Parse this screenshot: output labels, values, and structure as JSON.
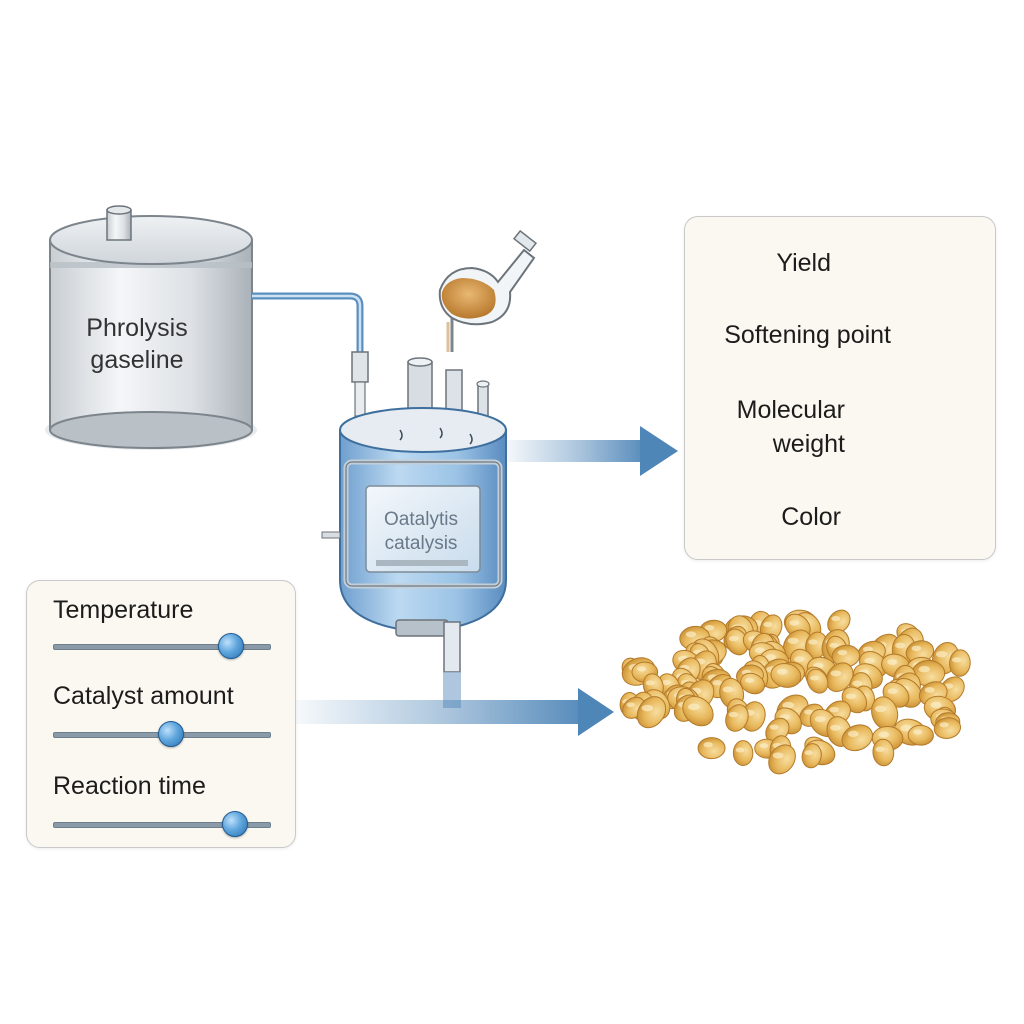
{
  "feed_tank": {
    "label_line1": "Phrolysis",
    "label_line2": "gaseline"
  },
  "reactor": {
    "label_line1": "Oatalytis",
    "label_line2": "catalysis"
  },
  "properties": [
    {
      "label": "Yield"
    },
    {
      "label": "Softening point"
    },
    {
      "label_line1": "Molecular",
      "label_line2": "weight"
    },
    {
      "label": "Color"
    }
  ],
  "controls": [
    {
      "label": "Temperature",
      "value": 0.82
    },
    {
      "label": "Catalyst amount",
      "value": 0.54
    },
    {
      "label": "Reaction time",
      "value": 0.84
    }
  ],
  "colors": {
    "pipe": "#5b8fc0",
    "reactor_body": "#9cc4e6",
    "arrow": "#4f86b8",
    "resin": "#e8b85c",
    "panel_bg": "#fbf8f1"
  }
}
